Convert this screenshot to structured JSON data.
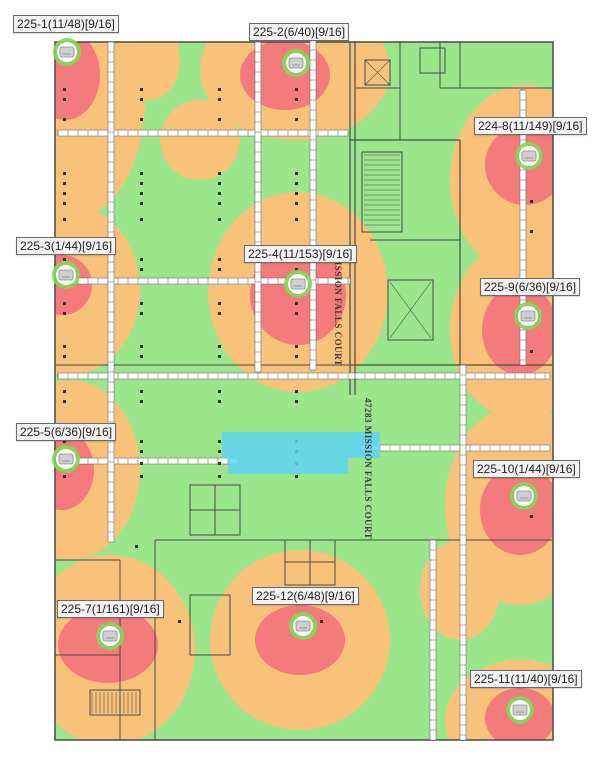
{
  "colors": {
    "coverage_good": "#9be58a",
    "coverage_fair": "#f8c27a",
    "coverage_weak": "#f47b7b",
    "highlight": "#5fd3f2",
    "ap_ring": "#7ed957",
    "ap_body": "#cfcfcf"
  },
  "street_labels": [
    "6 MISSION FALLS COURT",
    "47283 MISSION FALLS COURT"
  ],
  "access_points": [
    {
      "id": "ap-1",
      "label": "225-1(11/48)[9/16]"
    },
    {
      "id": "ap-2",
      "label": "225-2(6/40)[9/16]"
    },
    {
      "id": "ap-8",
      "label": "224-8(11/149)[9/16]"
    },
    {
      "id": "ap-3",
      "label": "225-3(1/44)[9/16]"
    },
    {
      "id": "ap-4",
      "label": "225-4(11/153)[9/16]"
    },
    {
      "id": "ap-9",
      "label": "225-9(6/36)[9/16]"
    },
    {
      "id": "ap-5",
      "label": "225-5(6/36)[9/16]"
    },
    {
      "id": "ap-10",
      "label": "225-10(1/44)[9/16]"
    },
    {
      "id": "ap-7",
      "label": "225-7(1/161)[9/16]"
    },
    {
      "id": "ap-12",
      "label": "225-12(6/48)[9/16]"
    },
    {
      "id": "ap-11",
      "label": "225-11(11/40)[9/16]"
    }
  ]
}
